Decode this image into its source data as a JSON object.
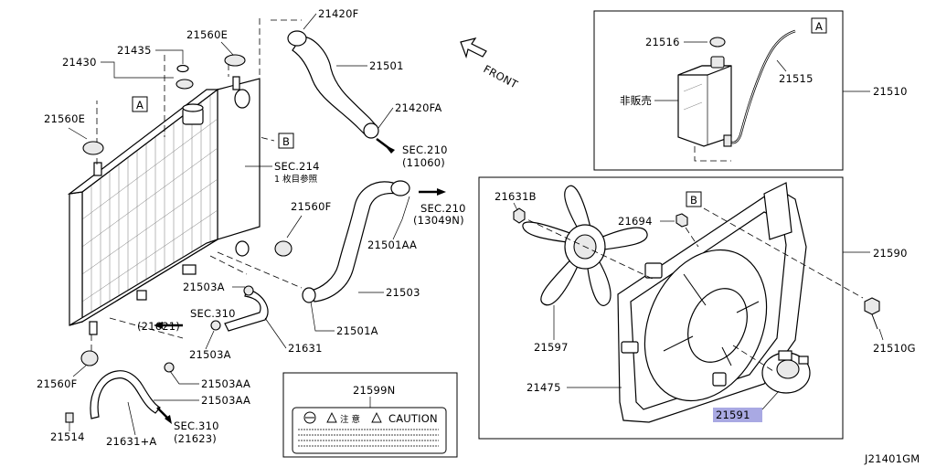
{
  "labels": {
    "p21420F": "21420F",
    "p21501": "21501",
    "p21420FA": "21420FA",
    "sec210a": "SEC.210",
    "sec210a_sub": "(11060)",
    "sec210b": "SEC.210",
    "sec210b_sub": "(13049N)",
    "p21501AA": "21501AA",
    "p21503": "21503",
    "p21501A": "21501A",
    "p21560F_top": "21560F",
    "sec214": "SEC.214",
    "sec214_sub": "1 枚目参照",
    "ref_A_left": "A",
    "ref_B_left": "B",
    "p21435": "21435",
    "p21430": "21430",
    "p21560E_top": "21560E",
    "p21560E_left": "21560E",
    "p21503A_top": "21503A",
    "sec310a": "SEC.310",
    "sec310a_sub": "(21621)",
    "p21503A_bot": "21503A",
    "p21631": "21631",
    "p21560F_bot": "21560F",
    "p21503AA_a": "21503AA",
    "p21503AA_b": "21503AA",
    "p21514": "21514",
    "p21631A": "21631+A",
    "sec310b": "SEC.310",
    "sec310b_sub": "(21623)",
    "p21599N": "21599N",
    "caution_text": "CAUTION",
    "caution_jp": "注 意",
    "front_text": "FRONT",
    "p21516": "21516",
    "p21515": "21515",
    "p21510": "21510",
    "not_for_sale": "非販売",
    "ref_A_right": "A",
    "p21631B": "21631B",
    "ref_B_right": "B",
    "p21694": "21694",
    "p21590": "21590",
    "p21510G": "21510G",
    "p21597": "21597",
    "p21475": "21475",
    "p21591": "21591",
    "diagram_code": "J21401GM"
  },
  "colors": {
    "highlight": "#a9a9e3",
    "lines": "#000000",
    "background": "#ffffff"
  }
}
